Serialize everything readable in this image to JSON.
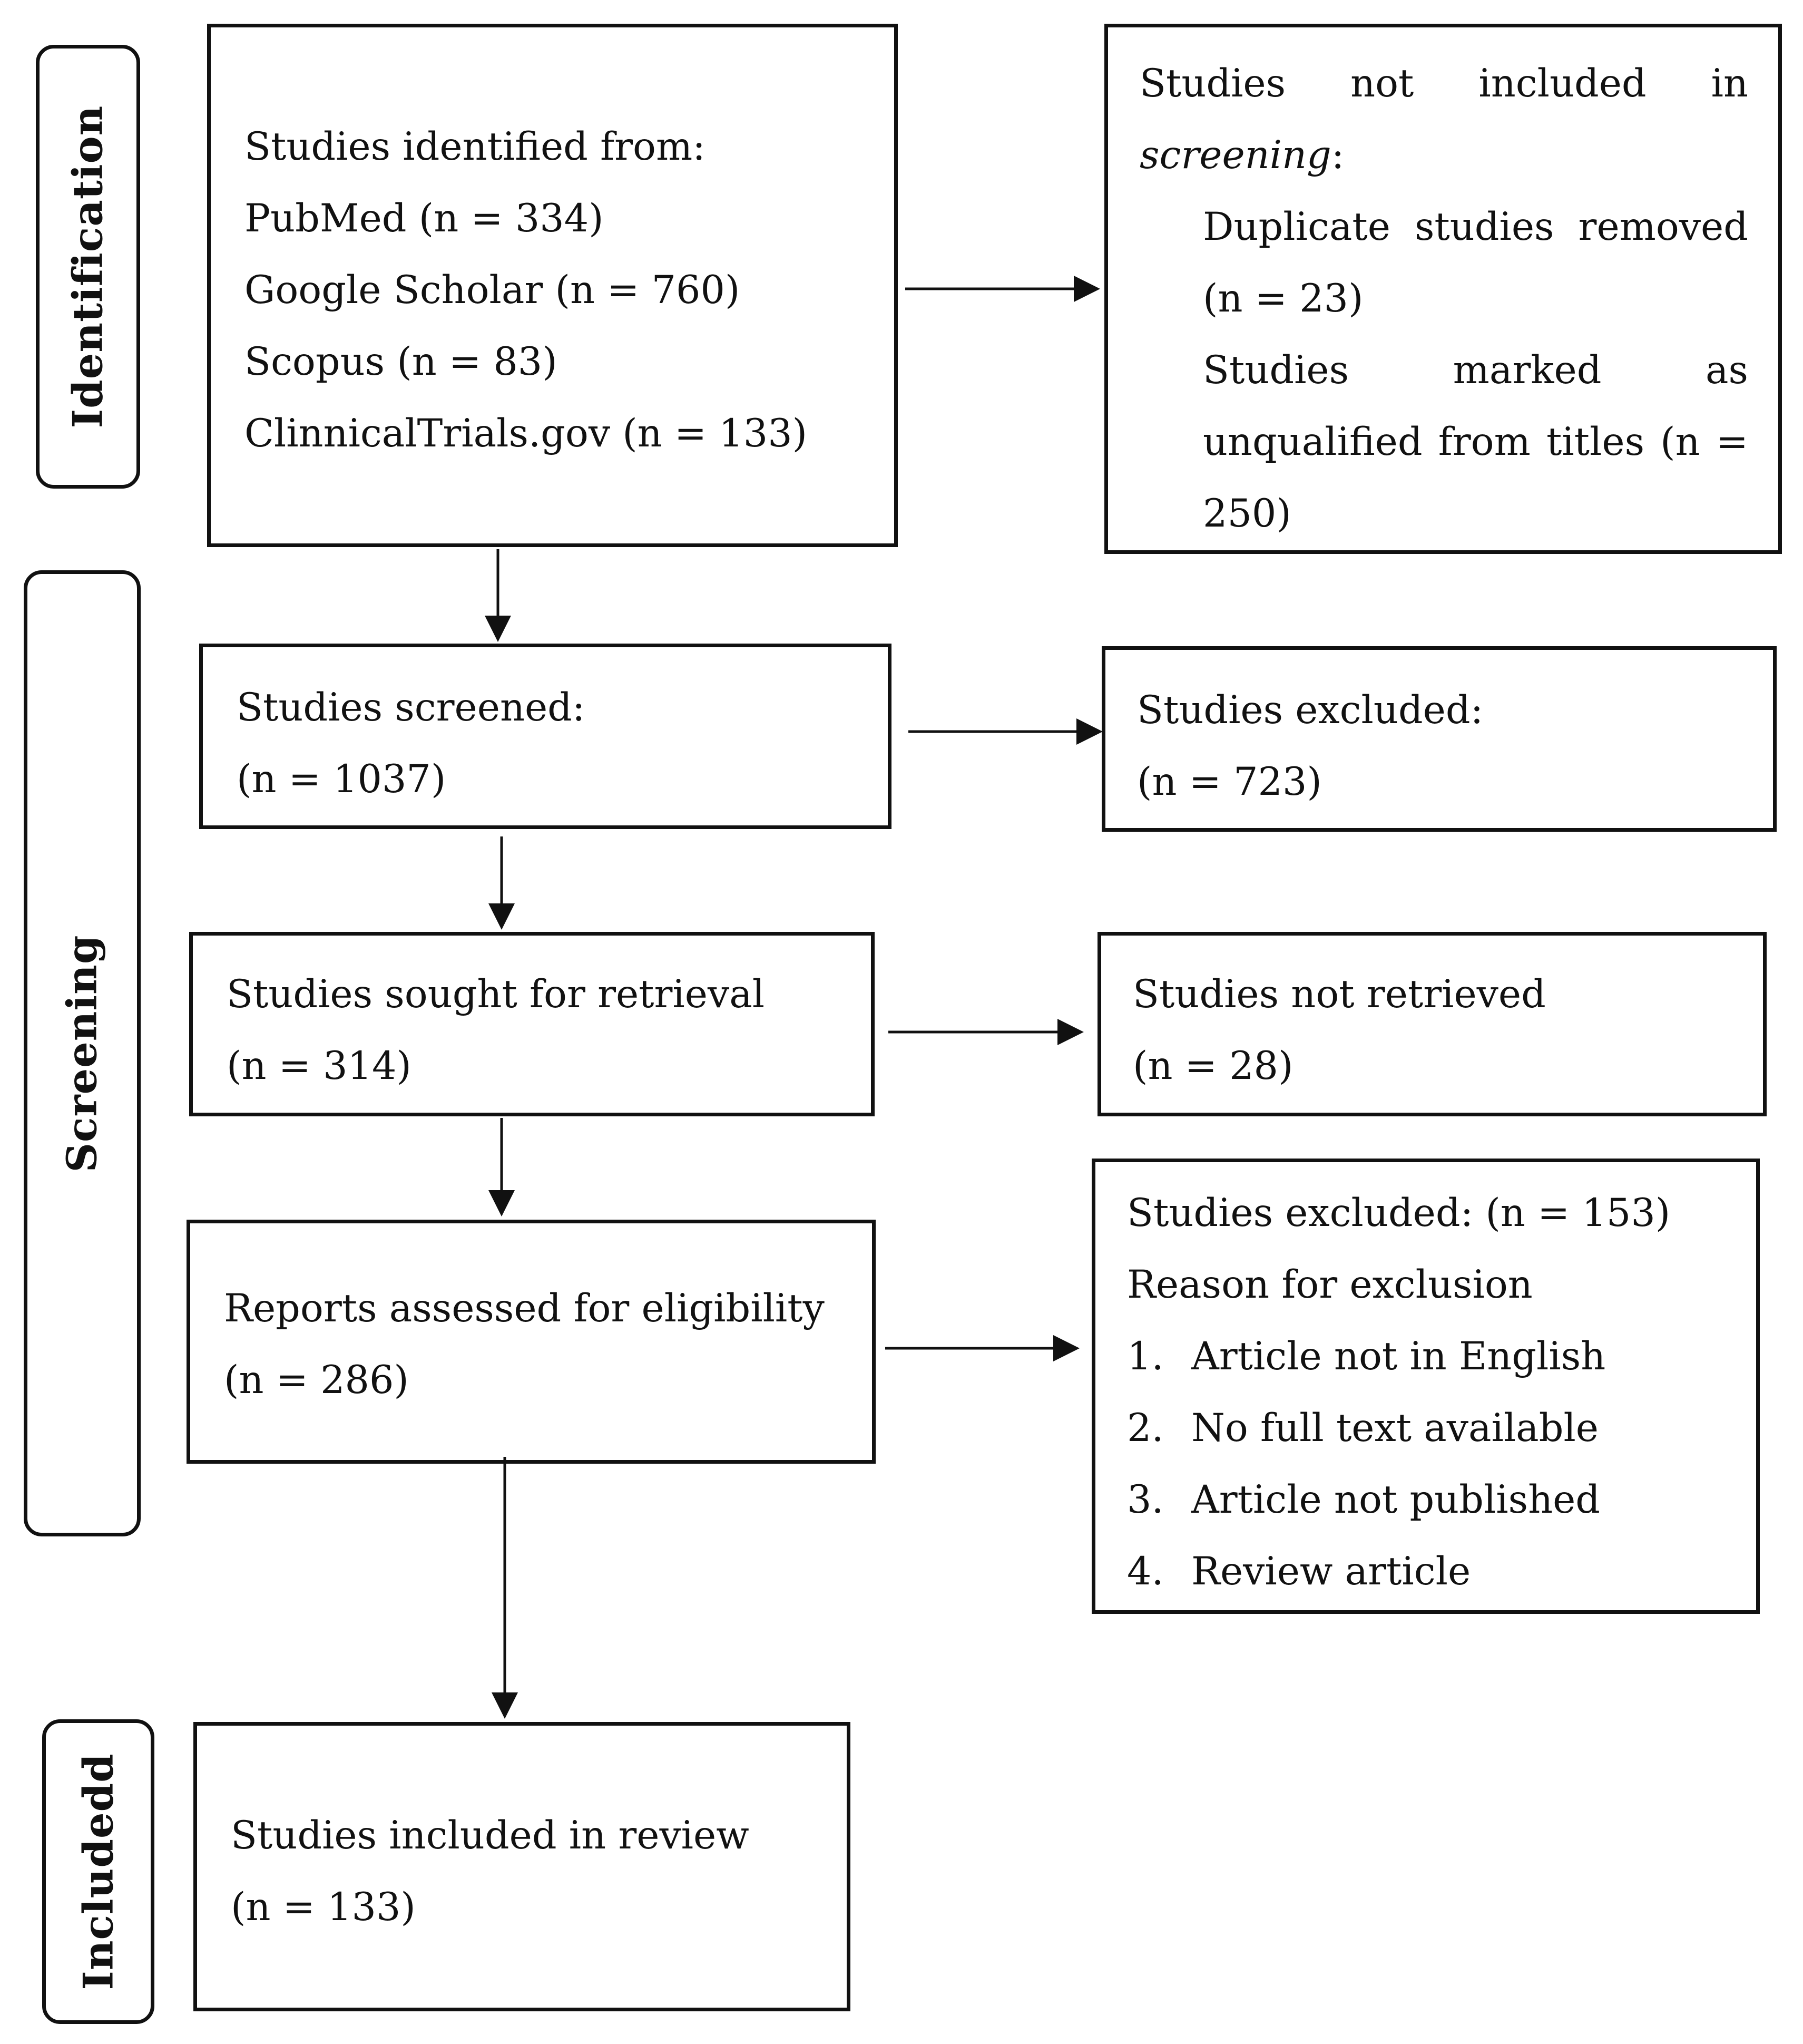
{
  "stages": {
    "identification": "Identification",
    "screening": "Screening",
    "included": "Includedd"
  },
  "identified": {
    "heading": "Studies identified from:",
    "sources": [
      "PubMed (n = 334)",
      "Google Scholar (n = 760)",
      "Scopus (n = 83)",
      "ClinnicalTrials.gov (n = 133)"
    ]
  },
  "not_included": {
    "line1_words": [
      "Studies",
      "not",
      "included",
      "in"
    ],
    "line2_emph": "screening",
    "line2_rest": ":",
    "dup_line1": "Duplicate studies removed",
    "dup_line2": "(n = 23)",
    "marked_words": [
      "Studies",
      "marked",
      "as"
    ],
    "marked_line2": "unqualified from titles (n =",
    "marked_line3": "250)"
  },
  "screened": {
    "title": "Studies screened:",
    "count": "(n = 1037)"
  },
  "excluded_screen": {
    "title": "Studies excluded:",
    "count": "(n = 723)"
  },
  "sought": {
    "title": "Studies sought for retrieval",
    "count": "(n = 314)"
  },
  "not_retrieved": {
    "title": "Studies not retrieved",
    "count": "(n = 28)"
  },
  "assessed": {
    "title": "Reports assessed for eligibility",
    "count": "(n = 286)"
  },
  "excluded_eligibility": {
    "title": "Studies excluded: (n = 153)",
    "subtitle": "Reason for exclusion",
    "reasons": [
      {
        "num": "1.",
        "text": "Article not in English"
      },
      {
        "num": "2.",
        "text": "No full text available"
      },
      {
        "num": "3.",
        "text": "Article not published"
      },
      {
        "num": "4.",
        "text": "Review article"
      }
    ]
  },
  "included_review": {
    "title": "Studies included in review",
    "count": "(n = 133)"
  }
}
